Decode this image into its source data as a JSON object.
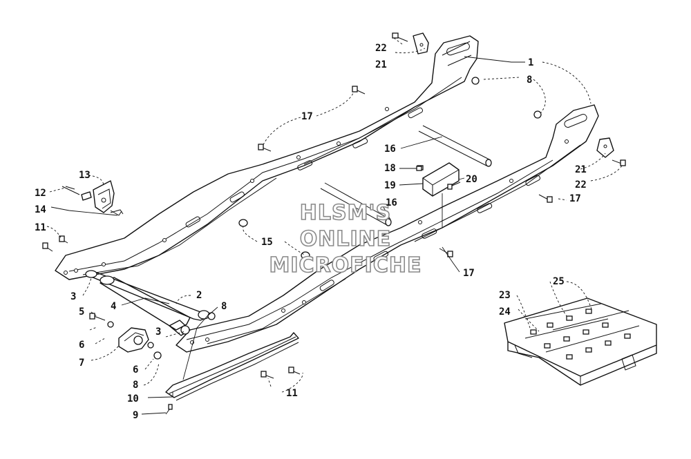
{
  "watermark": {
    "line1": "HLSM'S",
    "line2": "ONLINE",
    "line3": "MICROFICHE"
  },
  "callouts": [
    {
      "id": "c1",
      "text": "1"
    },
    {
      "id": "c2",
      "text": "2"
    },
    {
      "id": "c3a",
      "text": "3"
    },
    {
      "id": "c3b",
      "text": "3"
    },
    {
      "id": "c4",
      "text": "4"
    },
    {
      "id": "c5",
      "text": "5"
    },
    {
      "id": "c6a",
      "text": "6"
    },
    {
      "id": "c6b",
      "text": "6"
    },
    {
      "id": "c7",
      "text": "7"
    },
    {
      "id": "c8a",
      "text": "8"
    },
    {
      "id": "c8b",
      "text": "8"
    },
    {
      "id": "c8c",
      "text": "8"
    },
    {
      "id": "c9",
      "text": "9"
    },
    {
      "id": "c10",
      "text": "10"
    },
    {
      "id": "c11a",
      "text": "11"
    },
    {
      "id": "c11b",
      "text": "11"
    },
    {
      "id": "c12",
      "text": "12"
    },
    {
      "id": "c13",
      "text": "13"
    },
    {
      "id": "c14",
      "text": "14"
    },
    {
      "id": "c15",
      "text": "15"
    },
    {
      "id": "c16a",
      "text": "16"
    },
    {
      "id": "c16b",
      "text": "16"
    },
    {
      "id": "c17a",
      "text": "17"
    },
    {
      "id": "c17b",
      "text": "17"
    },
    {
      "id": "c17c",
      "text": "17"
    },
    {
      "id": "c18",
      "text": "18"
    },
    {
      "id": "c19",
      "text": "19"
    },
    {
      "id": "c20",
      "text": "20"
    },
    {
      "id": "c21a",
      "text": "21"
    },
    {
      "id": "c21b",
      "text": "21"
    },
    {
      "id": "c22a",
      "text": "22"
    },
    {
      "id": "c22b",
      "text": "22"
    },
    {
      "id": "c23",
      "text": "23"
    },
    {
      "id": "c24",
      "text": "24"
    },
    {
      "id": "c25",
      "text": "25"
    }
  ]
}
